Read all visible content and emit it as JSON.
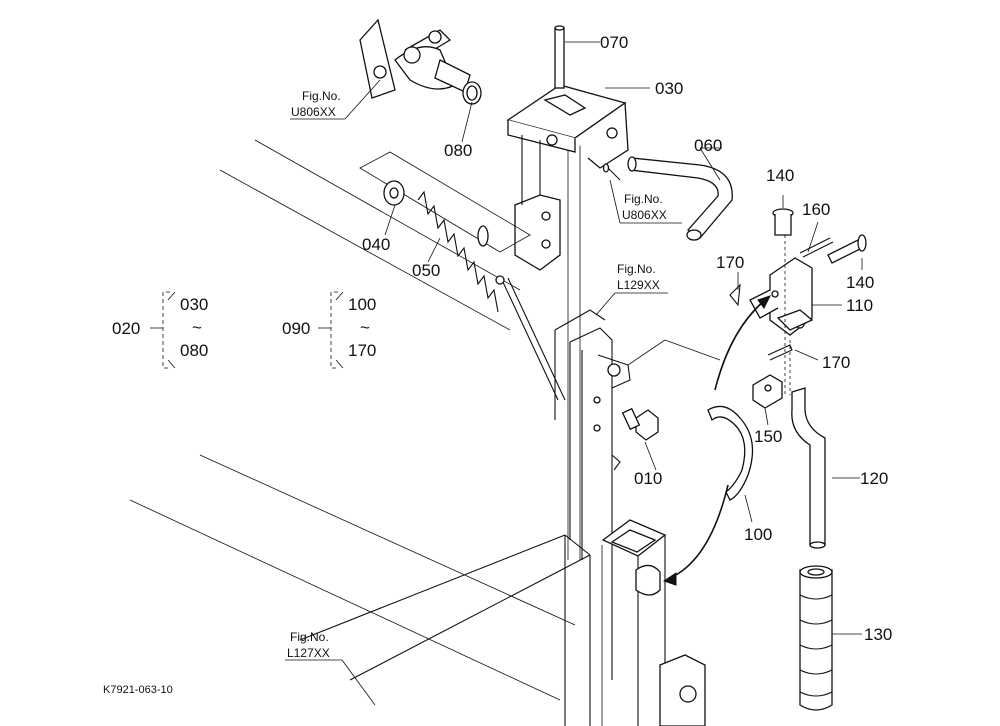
{
  "diagram": {
    "parts": {
      "p010": "010",
      "p020": "020",
      "p030": "030",
      "p030_range": "030",
      "p040": "040",
      "p050": "050",
      "p060": "060",
      "p070": "070",
      "p080": "080",
      "p080_range": "080",
      "p090": "090",
      "p100": "100",
      "p100_range": "100",
      "p110": "110",
      "p120": "120",
      "p130": "130",
      "p140a": "140",
      "p140b": "140",
      "p150": "150",
      "p160": "160",
      "p170a": "170",
      "p170b": "170",
      "p170_range": "170",
      "tilde": "~"
    },
    "fig_refs": [
      {
        "label": "Fig.No.",
        "code": "U806XX"
      },
      {
        "label": "Fig.No.",
        "code": "U806XX"
      },
      {
        "label": "Fig.No.",
        "code": "L129XX"
      },
      {
        "label": "Fig.No.",
        "code": "L127XX"
      }
    ],
    "drawing_code": "K7921-063-10"
  }
}
